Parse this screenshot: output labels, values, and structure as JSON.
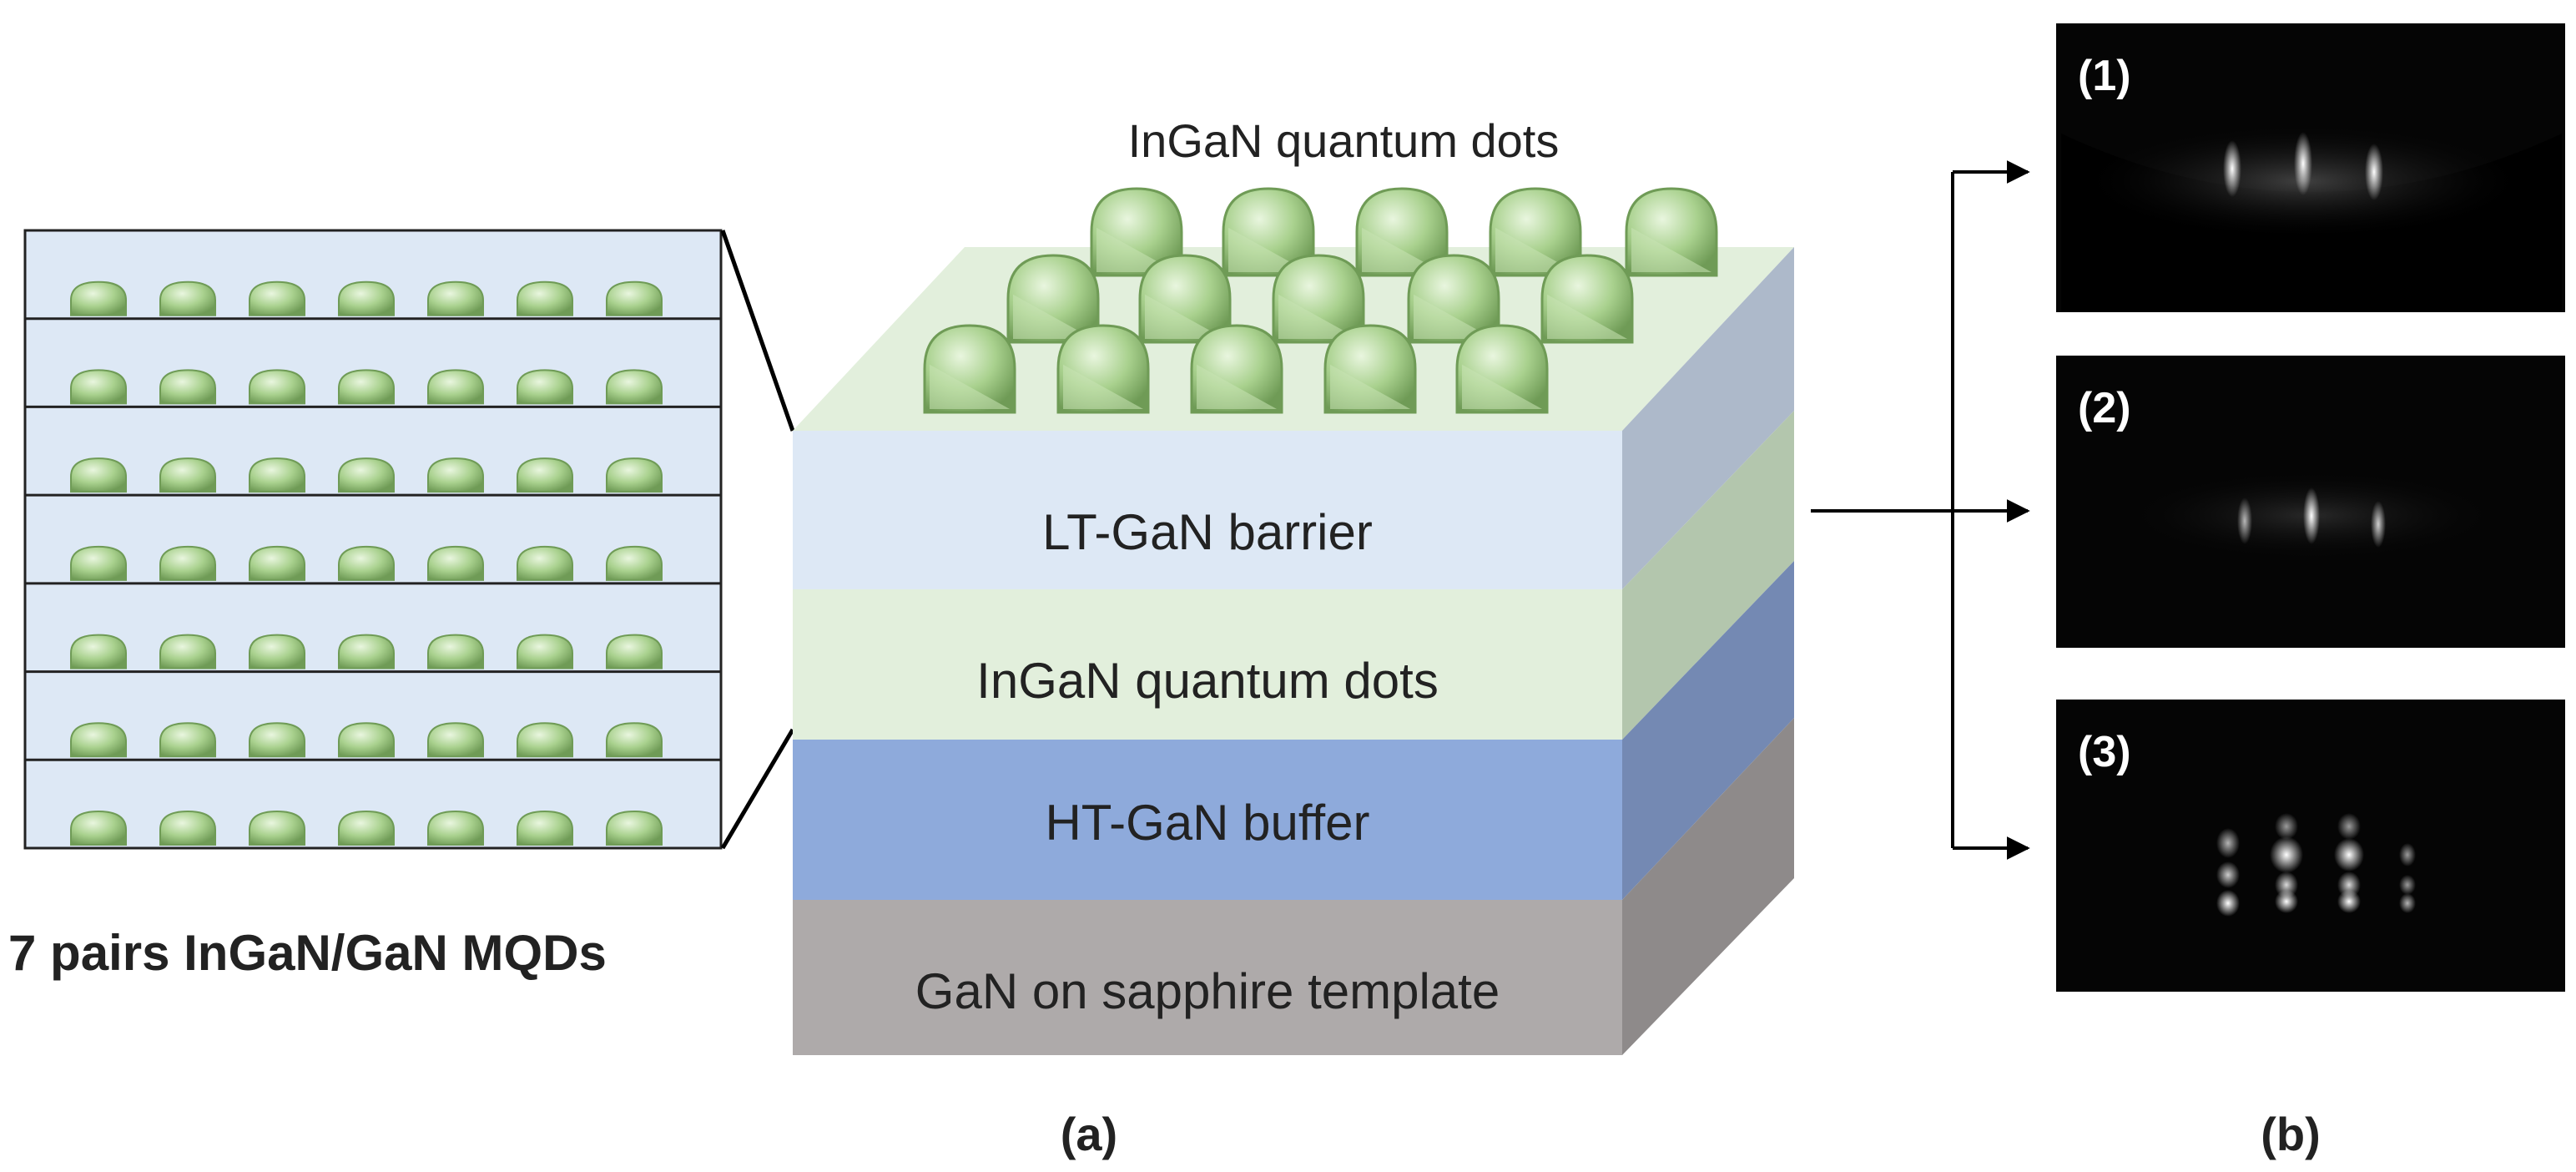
{
  "left_panel": {
    "caption": "7 pairs InGaN/GaN MQDs",
    "pair_count": 7,
    "dots_per_row": 7
  },
  "stack": {
    "top_label": "InGaN quantum dots",
    "layers": [
      {
        "id": "lt-gan-barrier",
        "label": "LT-GaN barrier"
      },
      {
        "id": "ingan-qd-layer",
        "label": "InGaN quantum dots"
      },
      {
        "id": "ht-gan-buffer",
        "label": "HT-GaN buffer"
      },
      {
        "id": "gan-template",
        "label": "GaN on sapphire template"
      }
    ]
  },
  "rheed_panels": [
    {
      "label": "(1)"
    },
    {
      "label": "(2)"
    },
    {
      "label": "(3)"
    }
  ],
  "captions": {
    "a": "(a)",
    "b": "(b)"
  },
  "colors": {
    "barrier": "#dde8f5",
    "qd_layer": "#e2efdc",
    "buffer": "#8eaadb",
    "template": "#aeaaaa",
    "dot_fill": "#a9d18e",
    "dot_stroke": "#6f9b56"
  }
}
